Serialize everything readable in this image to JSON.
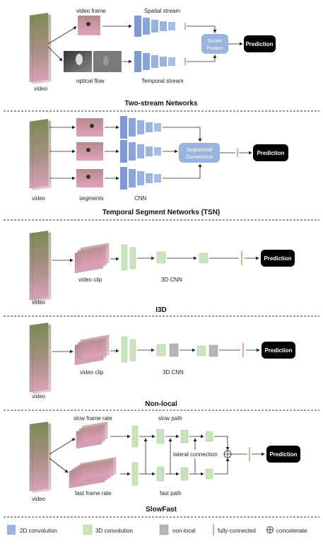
{
  "two_stream": {
    "title": "Two-stream Networks",
    "video": "video",
    "video_frame": "video frame",
    "optical_flow": "optical flow",
    "spatial_stream": "Spatial stream",
    "temporal_stream": "Temporal stream",
    "fusion_line1": "Score",
    "fusion_line2": "Fusion",
    "prediction": "Prediction"
  },
  "tsn": {
    "title": "Temporal Segment Networks (TSN)",
    "video": "video",
    "segments": "segments",
    "cnn": "CNN",
    "consensus_line1": "Segmental",
    "consensus_line2": "Consensus",
    "prediction": "Prediction"
  },
  "i3d": {
    "title": "I3D",
    "video": "video",
    "video_clip": "video clip",
    "cnn": "3D CNN",
    "prediction": "Prediction"
  },
  "nonlocal": {
    "title": "Non-local",
    "video": "video",
    "video_clip": "video clip",
    "cnn": "3D CNN",
    "prediction": "Prediction"
  },
  "slowfast": {
    "title": "SlowFast",
    "video": "video",
    "slow_frame_rate": "slow frame rate",
    "fast_frame_rate": "fast frame rate",
    "slow_path": "slow path",
    "fast_path": "fast path",
    "lateral": "lateral connection",
    "prediction": "Prediction"
  },
  "legend": {
    "conv2d": "2D convolution",
    "conv3d": "3D convolution",
    "nonlocal": "non-local",
    "fc": "fully-connected",
    "concat": "concatenate"
  },
  "colors": {
    "blue": "#9bb3df",
    "green": "#c9e3bb",
    "gray": "#b5b5b5",
    "fc": "#e2a98f",
    "black": "#000000"
  }
}
